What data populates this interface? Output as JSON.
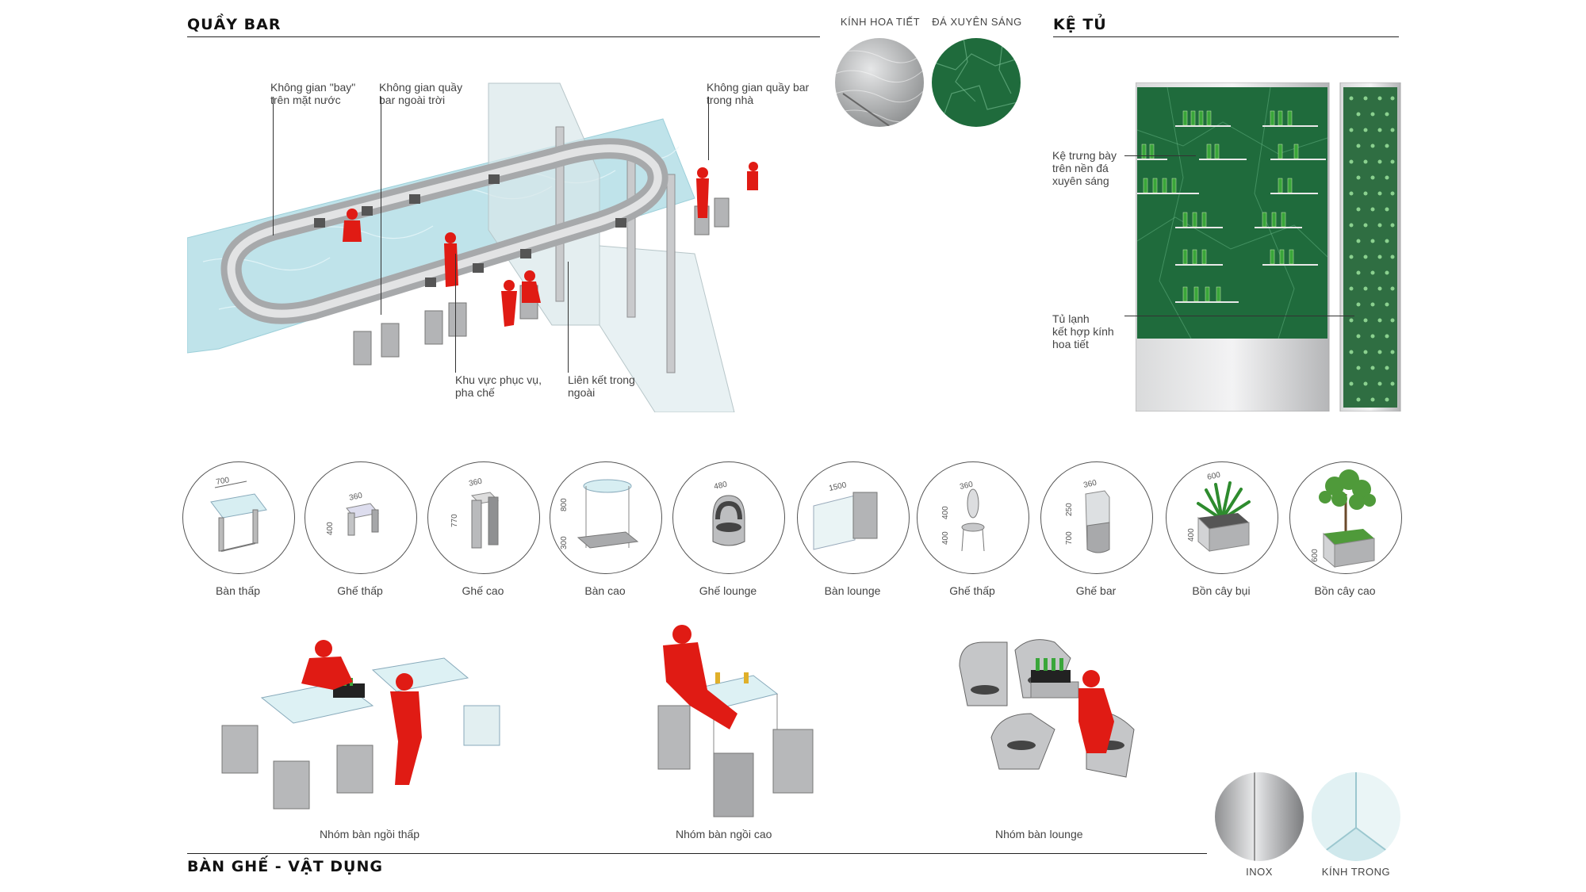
{
  "sections": {
    "bar": "QUẦY BAR",
    "cabinet": "KỆ TỦ",
    "furniture": "BÀN GHẾ - VẬT DỤNG"
  },
  "top_materials": [
    {
      "label": "KÍNH HOA TIẾT",
      "color": "#b9bbbc"
    },
    {
      "label": "ĐÁ XUYÊN SÁNG",
      "color": "#1f6b3c"
    }
  ],
  "bar_annotations": {
    "water": "Không gian \"bay\"\ntrên mặt nước",
    "outdoor": "Không gian quầy\nbar ngoài trời",
    "indoor": "Không gian quầy bar\ntrong nhà",
    "service": "Khu vực phục vụ,\npha chế",
    "link": "Liên kết trong\nngoài"
  },
  "cabinet_annotations": {
    "shelf": "Kệ trưng bày\ntrên nền đá\nxuyên sáng",
    "fridge": "Tủ lạnh\nkết hợp kính\nhoa tiết"
  },
  "furniture_items": [
    {
      "name": "Bàn thấp",
      "dims": [
        "700"
      ]
    },
    {
      "name": "Ghế thấp",
      "dims": [
        "360",
        "400"
      ]
    },
    {
      "name": "Ghế cao",
      "dims": [
        "360",
        "770"
      ]
    },
    {
      "name": "Bàn cao",
      "dims": [
        "800",
        "300"
      ]
    },
    {
      "name": "Ghế lounge",
      "dims": [
        "480"
      ]
    },
    {
      "name": "Bàn lounge",
      "dims": [
        "1500"
      ]
    },
    {
      "name": "Ghế thấp",
      "dims": [
        "360",
        "400",
        "400"
      ]
    },
    {
      "name": "Ghế bar",
      "dims": [
        "360",
        "250",
        "700"
      ]
    },
    {
      "name": "Bồn cây bụi",
      "dims": [
        "600",
        "400"
      ]
    },
    {
      "name": "Bồn cây cao",
      "dims": [
        "600"
      ]
    }
  ],
  "groups": [
    {
      "name": "Nhóm bàn ngồi thấp"
    },
    {
      "name": "Nhóm bàn ngồi cao"
    },
    {
      "name": "Nhóm bàn lounge"
    }
  ],
  "bottom_materials": [
    {
      "label": "INOX",
      "color": "#a9aaab"
    },
    {
      "label": "KÍNH TRONG",
      "color": "#dff0f1"
    }
  ],
  "colors": {
    "accent_red": "#e01b14",
    "water": "#bfe3ea",
    "marble": "#1f6b3c",
    "steel": "#b8b9bb"
  }
}
